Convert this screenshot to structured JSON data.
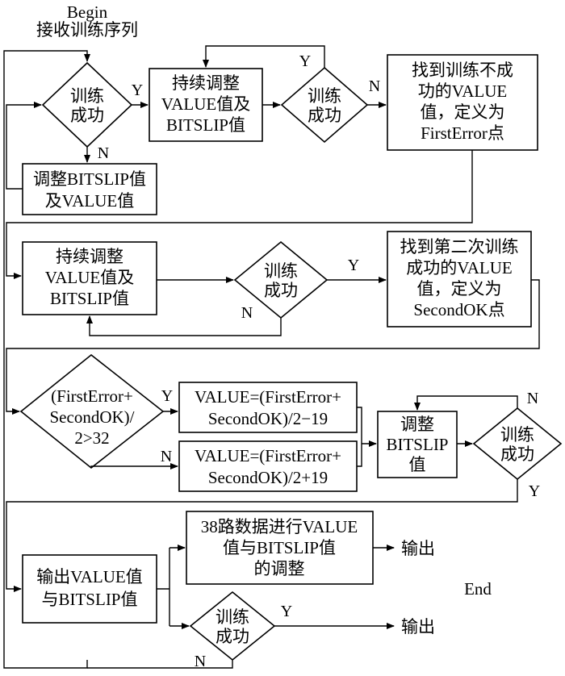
{
  "start": {
    "line1": "Begin",
    "line2": "接收训练序列"
  },
  "end": {
    "label": "End"
  },
  "decision_success_label": [
    "训练",
    "成功"
  ],
  "adjust_initial": [
    "调整BITSLIP值",
    "及VALUE值"
  ],
  "continue_adjust": [
    "持续调整",
    "VALUE值及",
    "BITSLIP值"
  ],
  "first_error": [
    "找到训练不成",
    "功的VALUE",
    "值，定义为",
    "FirstError点"
  ],
  "second_ok": [
    "找到第二次训练",
    "成功的VALUE",
    "值，定义为",
    "SecondOK点"
  ],
  "compare": [
    "(FirstError+",
    "SecondOK)/",
    "2>32"
  ],
  "value_minus": [
    "VALUE=(FirstError+",
    "SecondOK)/2−19"
  ],
  "value_plus": [
    "VALUE=(FirstError+",
    "SecondOK)/2+19"
  ],
  "adjust_bitslip": [
    "调整",
    "BITSLIP",
    "值"
  ],
  "output_values": [
    "输出VALUE值",
    "与BITSLIP值"
  ],
  "channels_adjust": [
    "38路数据进行VALUE",
    "值与BITSLIP值",
    "的调整"
  ],
  "output_label": "输出",
  "yes": "Y",
  "no": "N"
}
